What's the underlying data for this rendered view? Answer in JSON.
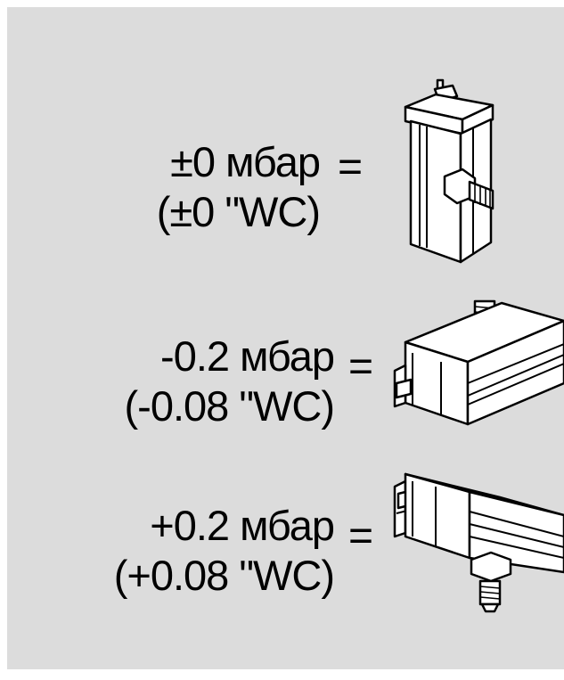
{
  "rows": [
    {
      "mbar": "±0 мбар",
      "wc": "(±0 \"WC)",
      "equals": "=",
      "orientation": "vertical"
    },
    {
      "mbar": "-0.2 мбар",
      "wc": "(-0.08 \"WC)",
      "equals": "=",
      "orientation": "horizontal, screw up"
    },
    {
      "mbar": "+0.2 мбар",
      "wc": "(+0.08 \"WC)",
      "equals": "=",
      "orientation": "horizontal, screw down"
    }
  ],
  "colors": {
    "background": "#dcdcdc",
    "outer": "#ffffff",
    "ink": "#000000"
  }
}
